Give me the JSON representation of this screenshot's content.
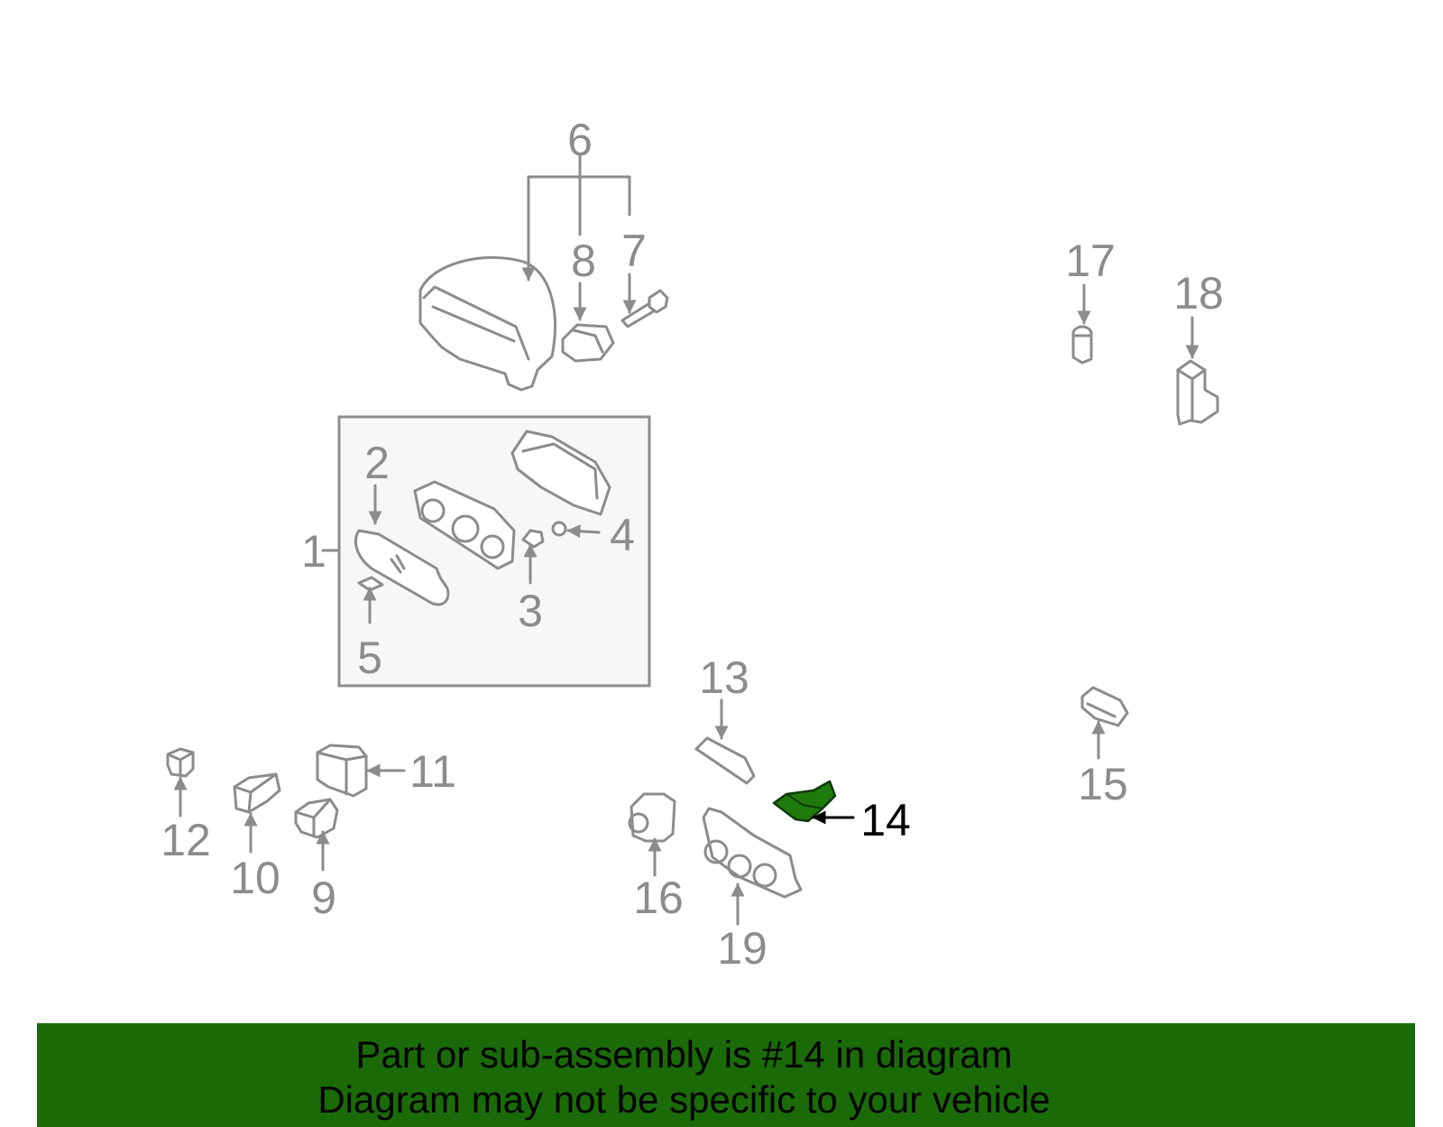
{
  "diagram": {
    "callouts": [
      {
        "id": "1",
        "label": "1"
      },
      {
        "id": "2",
        "label": "2"
      },
      {
        "id": "3",
        "label": "3"
      },
      {
        "id": "4",
        "label": "4"
      },
      {
        "id": "5",
        "label": "5"
      },
      {
        "id": "6",
        "label": "6"
      },
      {
        "id": "7",
        "label": "7"
      },
      {
        "id": "8",
        "label": "8"
      },
      {
        "id": "9",
        "label": "9"
      },
      {
        "id": "10",
        "label": "10"
      },
      {
        "id": "11",
        "label": "11"
      },
      {
        "id": "12",
        "label": "12"
      },
      {
        "id": "13",
        "label": "13"
      },
      {
        "id": "14",
        "label": "14"
      },
      {
        "id": "15",
        "label": "15"
      },
      {
        "id": "16",
        "label": "16"
      },
      {
        "id": "17",
        "label": "17"
      },
      {
        "id": "18",
        "label": "18"
      },
      {
        "id": "19",
        "label": "19"
      }
    ],
    "highlighted_part": "14"
  },
  "banner": {
    "line1": "Part or sub-assembly is #14 in diagram",
    "line2": "Diagram may not be specific to your vehicle"
  },
  "colors": {
    "banner_bg": "#1a6b08",
    "highlight_part": "#1f7a0b",
    "line_gray": "#8c8c8c",
    "box_fill": "#f7f7f7"
  }
}
